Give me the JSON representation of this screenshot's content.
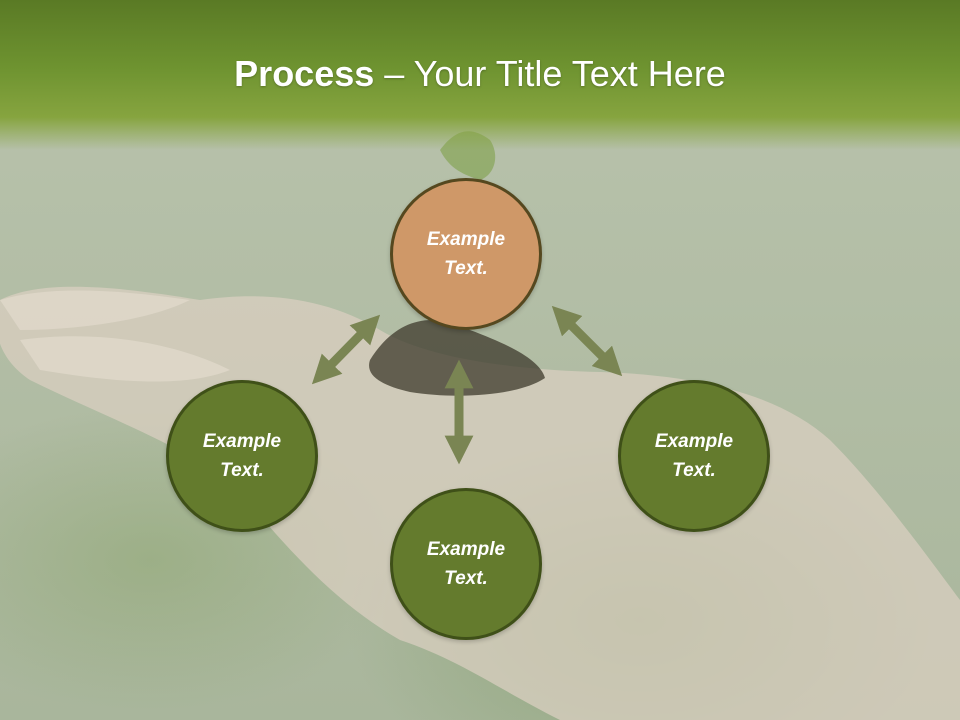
{
  "title": {
    "bold": "Process",
    "rest": " – Your Title Text Here"
  },
  "nodes": {
    "top": "Example\nText.",
    "left": "Example\nText.",
    "right": "Example\nText.",
    "bottom": "Example\nText."
  },
  "colors": {
    "header_green": "#6e9330",
    "center_node": "#cf9868",
    "outer_node": "#647b2d",
    "node_border": "#3f5018",
    "arrow": "#7a8553"
  }
}
